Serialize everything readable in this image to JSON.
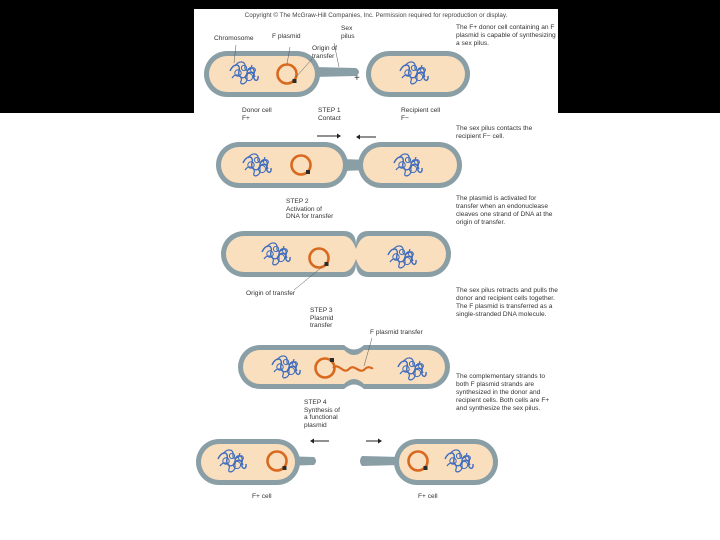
{
  "copyright": "Copyright © The McGraw-Hill Companies, Inc. Permission required for reproduction or display.",
  "labels": {
    "chromosome": "Chromosome",
    "f_plasmid": "F plasmid",
    "sex_pilus": "Sex\npilus",
    "origin_of_transfer": "Origin of\ntransfer",
    "plus_sign": "+",
    "donor_cell": "Donor cell\nF+",
    "recipient_cell": "Recipient cell\nF−",
    "step1": "STEP 1\nContact",
    "step2": "STEP 2\nActivation of\nDNA for transfer",
    "origin_of_transfer_2": "Origin of transfer",
    "step3": "STEP 3\nPlasmid\ntransfer",
    "f_plasmid_transfer": "F plasmid transfer",
    "step4": "STEP 4\nSynthesis of\na functional\nplasmid",
    "final_left": "F+ cell",
    "final_right": "F+ cell"
  },
  "descriptions": [
    "The F+ donor cell containing an F plasmid is capable of synthesizing a sex pilus.",
    "The sex pilus contacts the recipient F− cell.",
    "The plasmid is activated for transfer when an endonuclease cleaves one strand of DNA at the origin of transfer.",
    "The sex pilus retracts and pulls the donor and recipient cells together. The F plasmid is transferred as a single-stranded DNA molecule.",
    "The complementary strands to both F plasmid strands are synthesized in the donor and recipient cells. Both cells are F+ and synthesize the sex pilus."
  ],
  "colors": {
    "band": "#000000",
    "cell_wall": "#8a9ea6",
    "cytoplasm": "#f9dfbd",
    "chromosome": "#3d6bbf",
    "plasmid": "#d8691f",
    "origin_marker": "#2b2b2b"
  }
}
